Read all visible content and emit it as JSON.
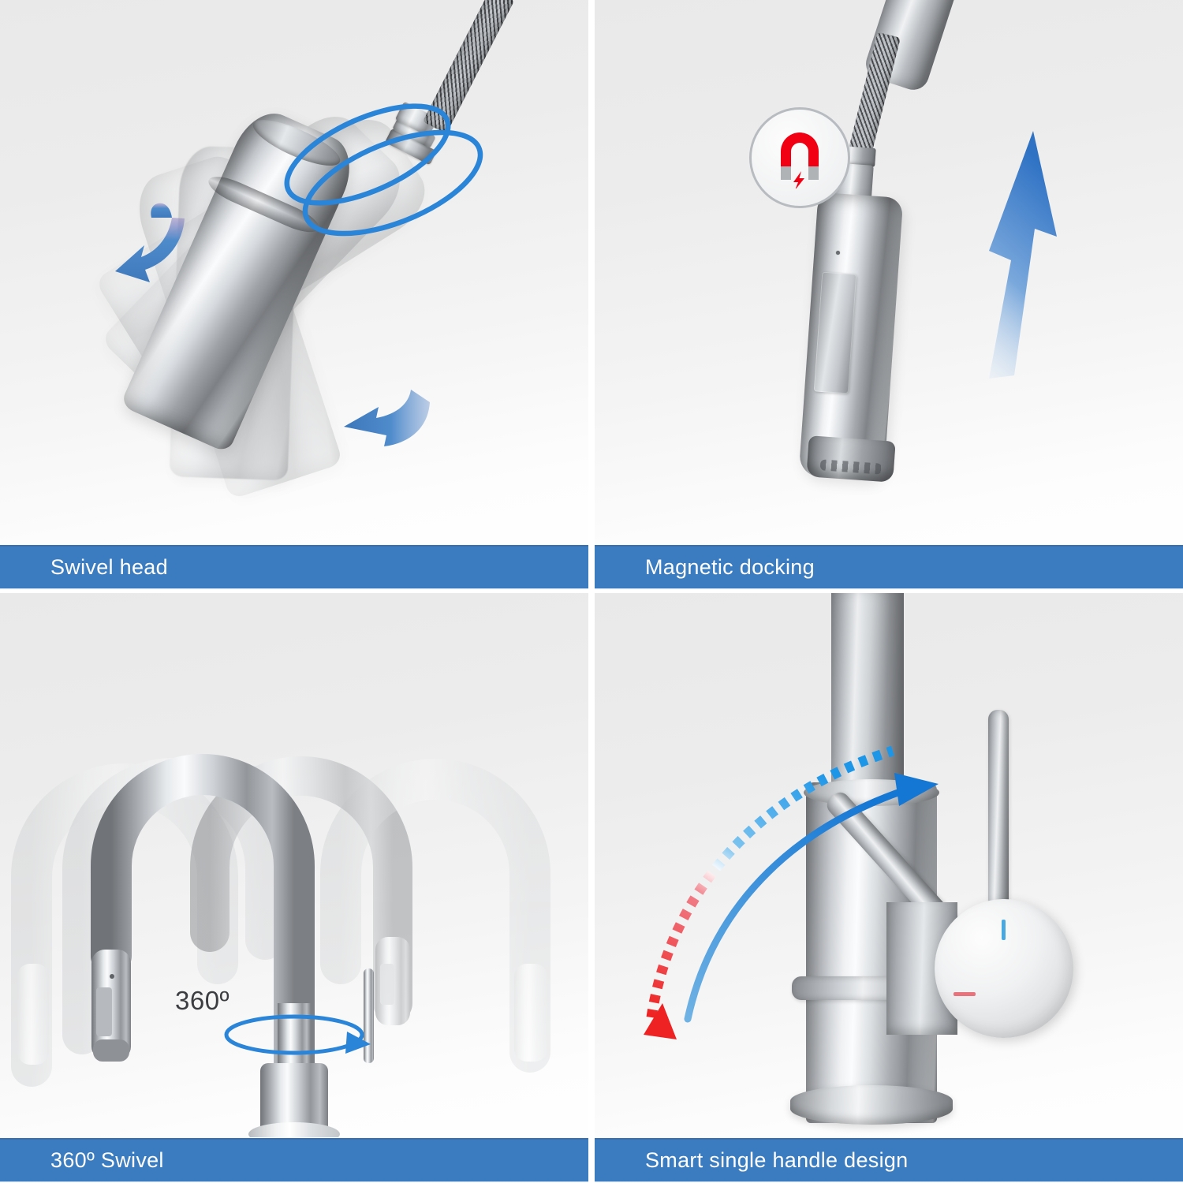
{
  "page": {
    "background": "#ffffff",
    "panel_bg_top": "#e9e9e9",
    "panel_bg_bottom": "#ffffff",
    "accent_blue": "#3a7cbf",
    "arrow_blue": "#3f7fc6",
    "ring_blue": "#2a84d8",
    "hot_red": "#ee2222",
    "cold_blue": "#4aa8e0",
    "magnet_red": "#f00012",
    "magnet_pole_gray": "#b0b3b6",
    "label_text_color": "#ffffff",
    "degree_text_color": "#3b3d40"
  },
  "panels": [
    {
      "id": "swivel-head",
      "position": "top-left",
      "caption": "Swivel head",
      "icons": [
        {
          "name": "rotation-ellipse-icon",
          "color": "#2a84d8"
        },
        {
          "name": "curved-arrow-down-left-icon",
          "color": "#3f7fc6"
        },
        {
          "name": "curved-arrow-left-icon",
          "color": "#3f7fc6"
        }
      ]
    },
    {
      "id": "magnetic-docking",
      "position": "top-right",
      "caption": "Magnetic docking",
      "icons": [
        {
          "name": "magnet-icon",
          "color": "#f00012"
        },
        {
          "name": "lightning-bolt-icon",
          "color": "#f00012"
        },
        {
          "name": "arrow-up-icon",
          "color": "#3f7fc6"
        }
      ]
    },
    {
      "id": "360-swivel",
      "position": "bottom-left",
      "caption": "360º Swivel",
      "annotation": "360º",
      "icons": [
        {
          "name": "rotation-ring-icon",
          "color": "#2a84d8"
        },
        {
          "name": "rotation-arrowhead-icon",
          "color": "#2a84d8"
        }
      ]
    },
    {
      "id": "smart-single-handle-design",
      "position": "bottom-right",
      "caption": "Smart single handle design",
      "icons": [
        {
          "name": "dashed-temperature-arc-icon",
          "color": "#ee2222"
        },
        {
          "name": "curved-arrow-right-icon",
          "color": "#2a84d8"
        },
        {
          "name": "cold-tick-icon",
          "color": "#4aa8e0"
        },
        {
          "name": "hot-tick-icon",
          "color": "#e8737d"
        }
      ]
    }
  ]
}
